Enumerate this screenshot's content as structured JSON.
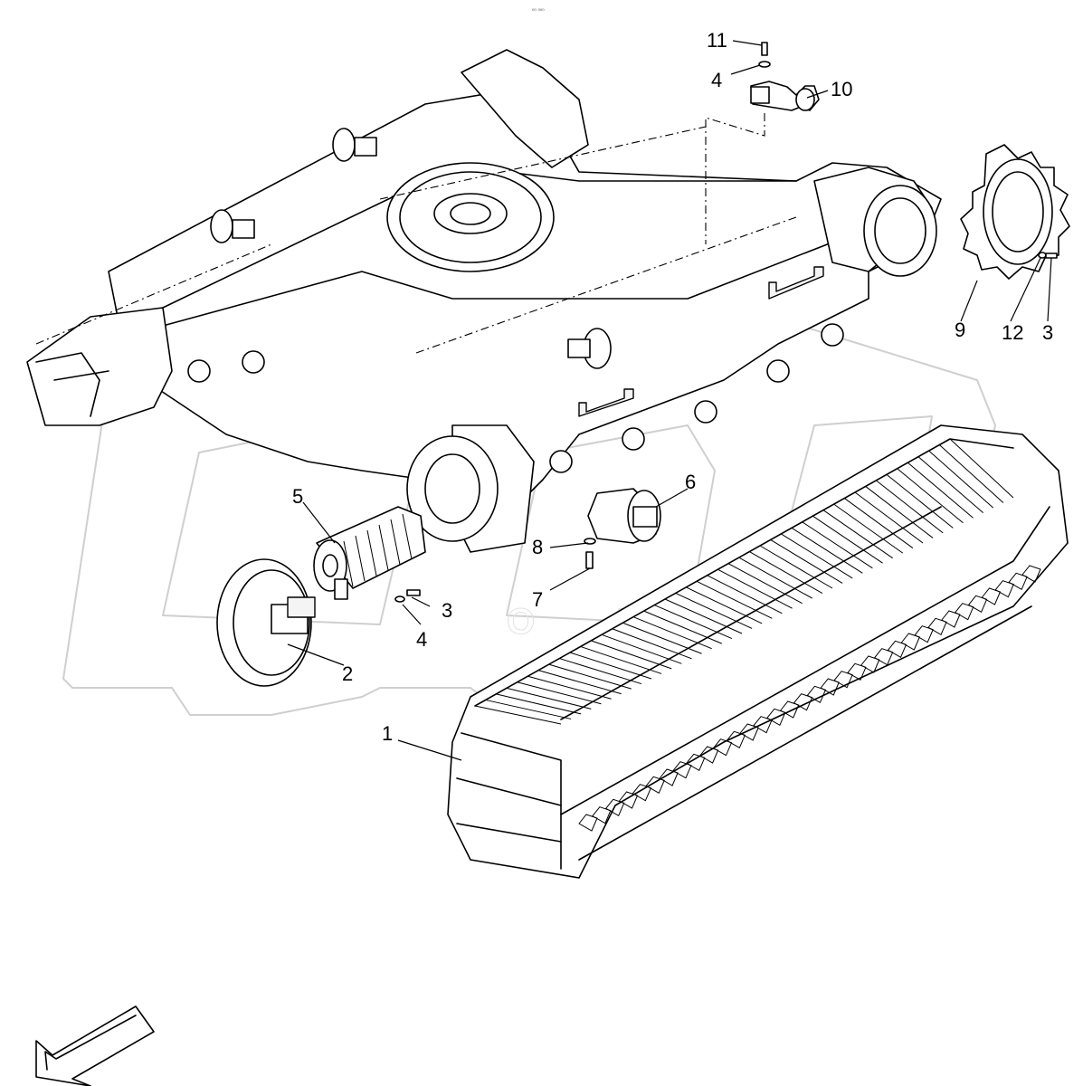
{
  "header": {
    "tag_text": "⁰⁰ ⁰⁰⁰"
  },
  "callouts": [
    {
      "id": "1",
      "label": "1"
    },
    {
      "id": "2",
      "label": "2"
    },
    {
      "id": "3a",
      "label": "3"
    },
    {
      "id": "4a",
      "label": "4"
    },
    {
      "id": "5",
      "label": "5"
    },
    {
      "id": "6",
      "label": "6"
    },
    {
      "id": "7",
      "label": "7"
    },
    {
      "id": "8",
      "label": "8"
    },
    {
      "id": "9",
      "label": "9"
    },
    {
      "id": "10",
      "label": "10"
    },
    {
      "id": "11",
      "label": "11"
    },
    {
      "id": "4b",
      "label": "4"
    },
    {
      "id": "12",
      "label": "12"
    },
    {
      "id": "3b",
      "label": "3"
    }
  ],
  "watermark": {
    "text": "OPEX"
  },
  "icons": {
    "orientation_arrow": "arrow-down-left-icon"
  }
}
